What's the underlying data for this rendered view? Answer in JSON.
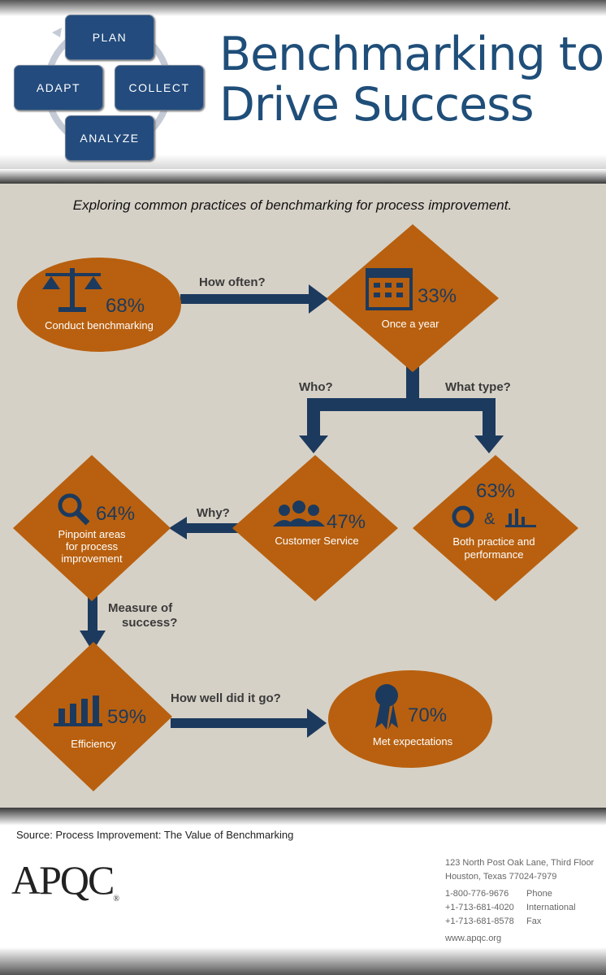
{
  "header": {
    "cycle": [
      "PLAN",
      "COLLECT",
      "ANALYZE",
      "ADAPT"
    ],
    "title_line1": "Benchmarking to",
    "title_line2": "Drive Success"
  },
  "subtitle": "Exploring common practices of benchmarking for process improvement.",
  "colors": {
    "orange": "#b8600f",
    "navy": "#1c3a5e",
    "background": "#d6d1c7"
  },
  "nodes": {
    "conduct": {
      "value": "68%",
      "label": "Conduct benchmarking",
      "icon": "scale-icon"
    },
    "once": {
      "value": "33%",
      "label": "Once a year",
      "icon": "calendar-icon"
    },
    "customer": {
      "value": "47%",
      "label": "Customer Service",
      "icon": "people-icon"
    },
    "both": {
      "value": "63%",
      "label1": "Both practice and",
      "label2": "performance",
      "amp": "&",
      "icon": "cycle-and-chart-icon"
    },
    "pinpoint": {
      "value": "64%",
      "label1": "Pinpoint areas",
      "label2": "for process",
      "label3": "improvement",
      "icon": "magnifier-icon"
    },
    "efficiency": {
      "value": "59%",
      "label": "Efficiency",
      "icon": "bar-chart-icon"
    },
    "met": {
      "value": "70%",
      "label": "Met expectations",
      "icon": "ribbon-icon"
    }
  },
  "questions": {
    "how_often": "How often?",
    "who": "Who?",
    "what_type": "What type?",
    "why": "Why?",
    "measure1": "Measure of",
    "measure2": "success?",
    "how_well": "How well did it go?"
  },
  "footer": {
    "source": "Source: Process Improvement: The Value of Benchmarking",
    "logo": "APQC",
    "address1": "123 North Post Oak Lane, Third Floor",
    "address2": "Houston, Texas  77024-7979",
    "phones": [
      {
        "num": "1-800-776-9676",
        "type": "Phone"
      },
      {
        "num": "+1-713-681-4020",
        "type": "International"
      },
      {
        "num": "+1-713-681-8578",
        "type": "Fax"
      }
    ],
    "web": "www.apqc.org"
  }
}
